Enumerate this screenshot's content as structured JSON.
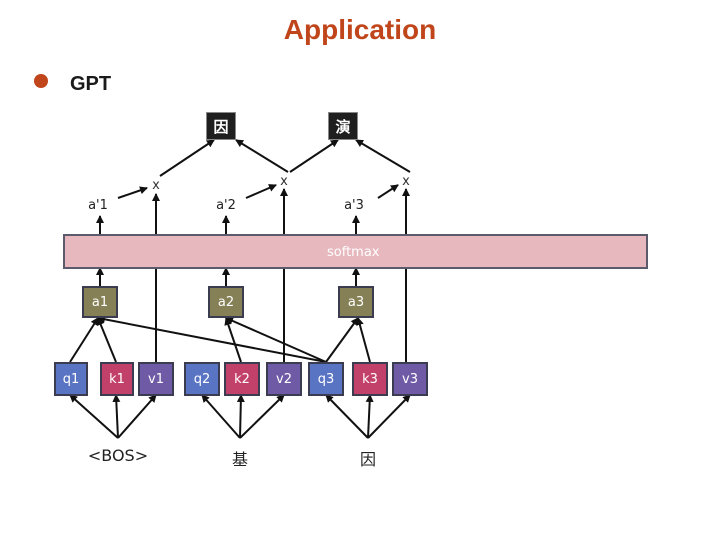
{
  "title": "Application",
  "bullet": "GPT",
  "outputs": [
    "因",
    "演"
  ],
  "attn_prime": [
    "a'1",
    "a'2",
    "a'3"
  ],
  "multiply_symbol": "x",
  "softmax": "softmax",
  "attn": [
    "a1",
    "a2",
    "a3"
  ],
  "qkv": [
    {
      "q": "q1",
      "k": "k1",
      "v": "v1"
    },
    {
      "q": "q2",
      "k": "k2",
      "v": "v2"
    },
    {
      "q": "q3",
      "k": "k3",
      "v": "v3"
    }
  ],
  "inputs": [
    "<BOS>",
    "基",
    "因"
  ],
  "colors": {
    "title": "#c0451a",
    "q": "#5a74c4",
    "k": "#c2416a",
    "v": "#6f5aa6",
    "attn": "#858055",
    "softmax": "#e7b9bf",
    "output": "#1f1f1f"
  }
}
